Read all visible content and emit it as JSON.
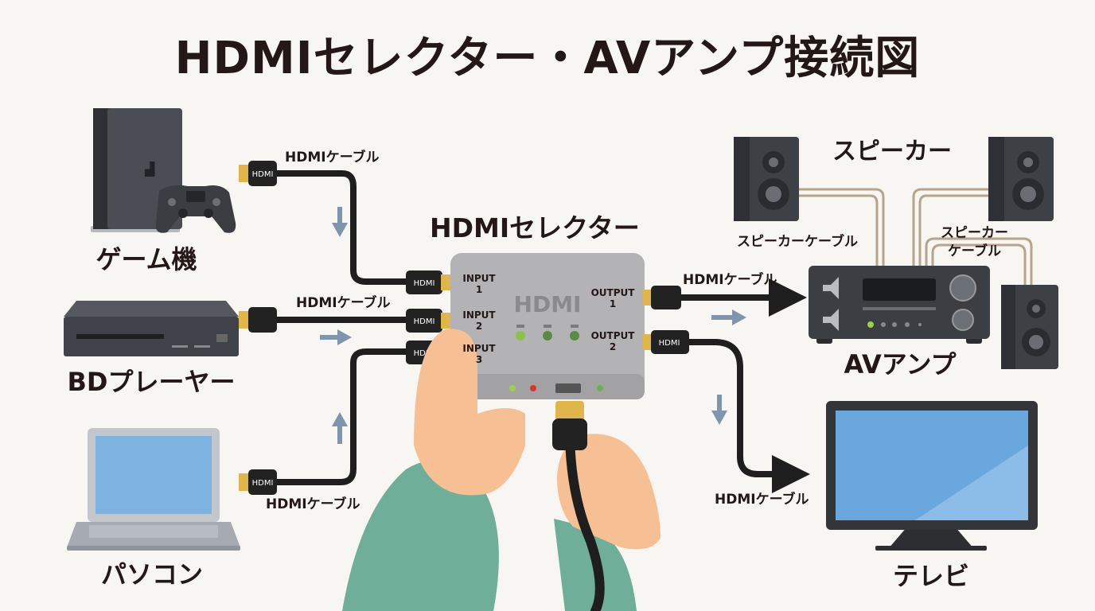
{
  "title": "HDMIセレクター・AVアンプ接続図",
  "devices": {
    "game": "ゲーム機",
    "bd": "BDプレーヤー",
    "pc": "パソコン",
    "selector": "HDMIセレクター",
    "speakers": "スピーカー",
    "amp": "AVアンプ",
    "tv": "テレビ"
  },
  "cables": {
    "hdmi_cable": "HDMIケーブル",
    "speaker_cable": "スピーカーケーブル",
    "speaker_cable_l1": "スピーカー",
    "speaker_cable_l2": "ケーブル"
  },
  "selector_ports": {
    "input1_l1": "INPUT",
    "input1_l2": "1",
    "input2_l1": "INPUT",
    "input2_l2": "2",
    "input3_l1": "INPUT",
    "input3_l2": "3",
    "output1_l1": "OUTPUT",
    "output1_l2": "1",
    "output2_l1": "OUTPUT",
    "output2_l2": "2"
  },
  "plug_label": "HDMI",
  "selector_logo": "HDMI",
  "colors": {
    "cable": "#1e1e1e",
    "plug_gold": "#e0b54a",
    "arrow": "#7f94ad",
    "speaker_wire": "#b8a48a",
    "selector_body": "#a9a9ab",
    "sleeve": "#6fae98",
    "skin": "#f6bf94",
    "screen": "#6aa7dd"
  },
  "icons": [
    "game-console-icon",
    "controller-icon",
    "bd-player-icon",
    "laptop-icon",
    "speaker-icon",
    "av-amp-icon",
    "tv-icon",
    "hand-icon",
    "hdmi-plug-icon",
    "arrow-icon"
  ]
}
